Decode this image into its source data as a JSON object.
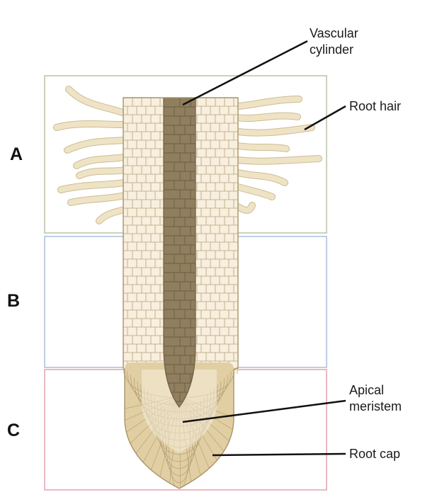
{
  "zones": [
    {
      "letter": "A",
      "color": "#b8c4a4"
    },
    {
      "letter": "B",
      "color": "#a9bedb"
    },
    {
      "letter": "C",
      "color": "#e2a3ad"
    }
  ],
  "callouts": {
    "vascular_cylinder": {
      "line1": "Vascular",
      "line2": "cylinder"
    },
    "root_hair": "Root hair",
    "apical_meristem": {
      "line1": "Apical",
      "line2": "meristem"
    },
    "root_cap": "Root cap"
  },
  "colors": {
    "cortex_fill": "#f8efdf",
    "cell_line": "#b6a277",
    "vascular_fill": "#8f7f5e",
    "vascular_line": "#6c5e43",
    "root_hair": "#efe3c5",
    "root_hair_edge": "#cdbc94",
    "cap_fill": "#e1cfa3",
    "leader_line": "#111111"
  },
  "icons": [
    "root-diagram",
    "root-hair",
    "leader-line"
  ]
}
